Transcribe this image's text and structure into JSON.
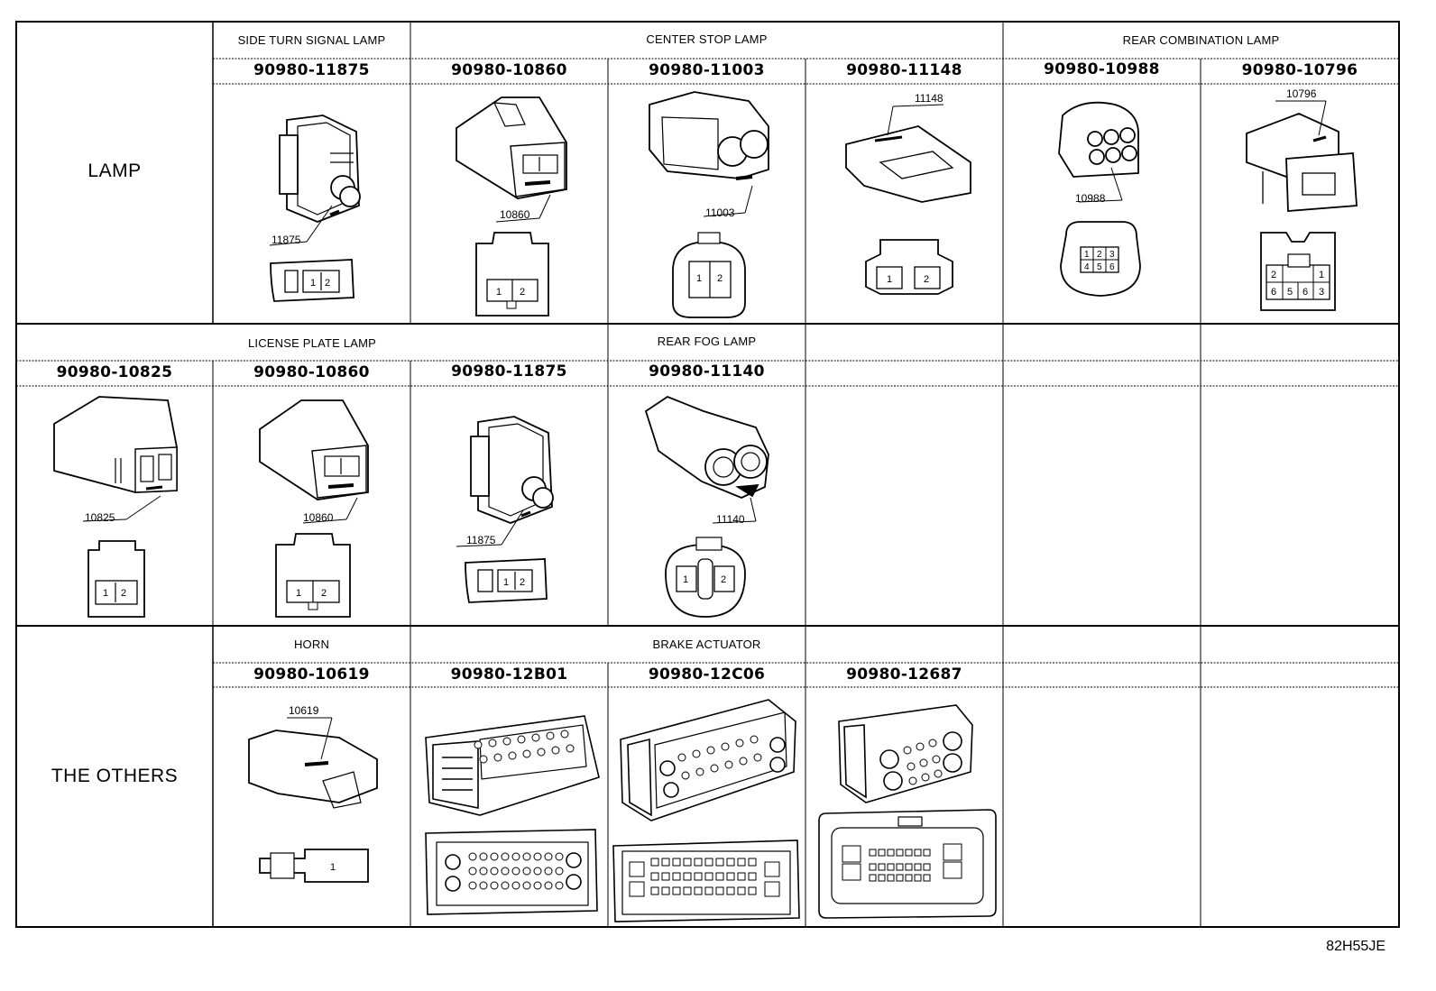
{
  "row_labels": {
    "lamp": "LAMP",
    "others": "THE OTHERS"
  },
  "section_headers": {
    "side_turn": "SIDE TURN SIGNAL LAMP",
    "center_stop": "CENTER STOP LAMP",
    "rear_combination": "REAR COMBINATION LAMP",
    "license_plate": "LICENSE PLATE LAMP",
    "rear_fog": "REAR FOG LAMP",
    "horn": "HORN",
    "brake_actuator": "BRAKE ACTUATOR"
  },
  "row1_parts": [
    "90980-11875",
    "90980-10860",
    "90980-11003",
    "90980-11148",
    "90980-10988",
    "90980-10796"
  ],
  "row2_parts": [
    "90980-10825",
    "90980-10860",
    "90980-11875",
    "90980-11140"
  ],
  "row3_parts": [
    "90980-10619",
    "90980-12B01",
    "90980-12C06",
    "90980-12687"
  ],
  "figure_labels": {
    "r1": [
      "11875",
      "10860",
      "11003",
      "11148",
      "10988",
      "10796"
    ],
    "r2": [
      "10825",
      "10860",
      "11875",
      "11140"
    ],
    "r3": [
      "10619"
    ]
  },
  "pins": {
    "p1": "1",
    "p2": "2",
    "p3": "3",
    "p4": "4",
    "p5": "5",
    "p6": "6"
  },
  "footer_code": "82H55JE"
}
